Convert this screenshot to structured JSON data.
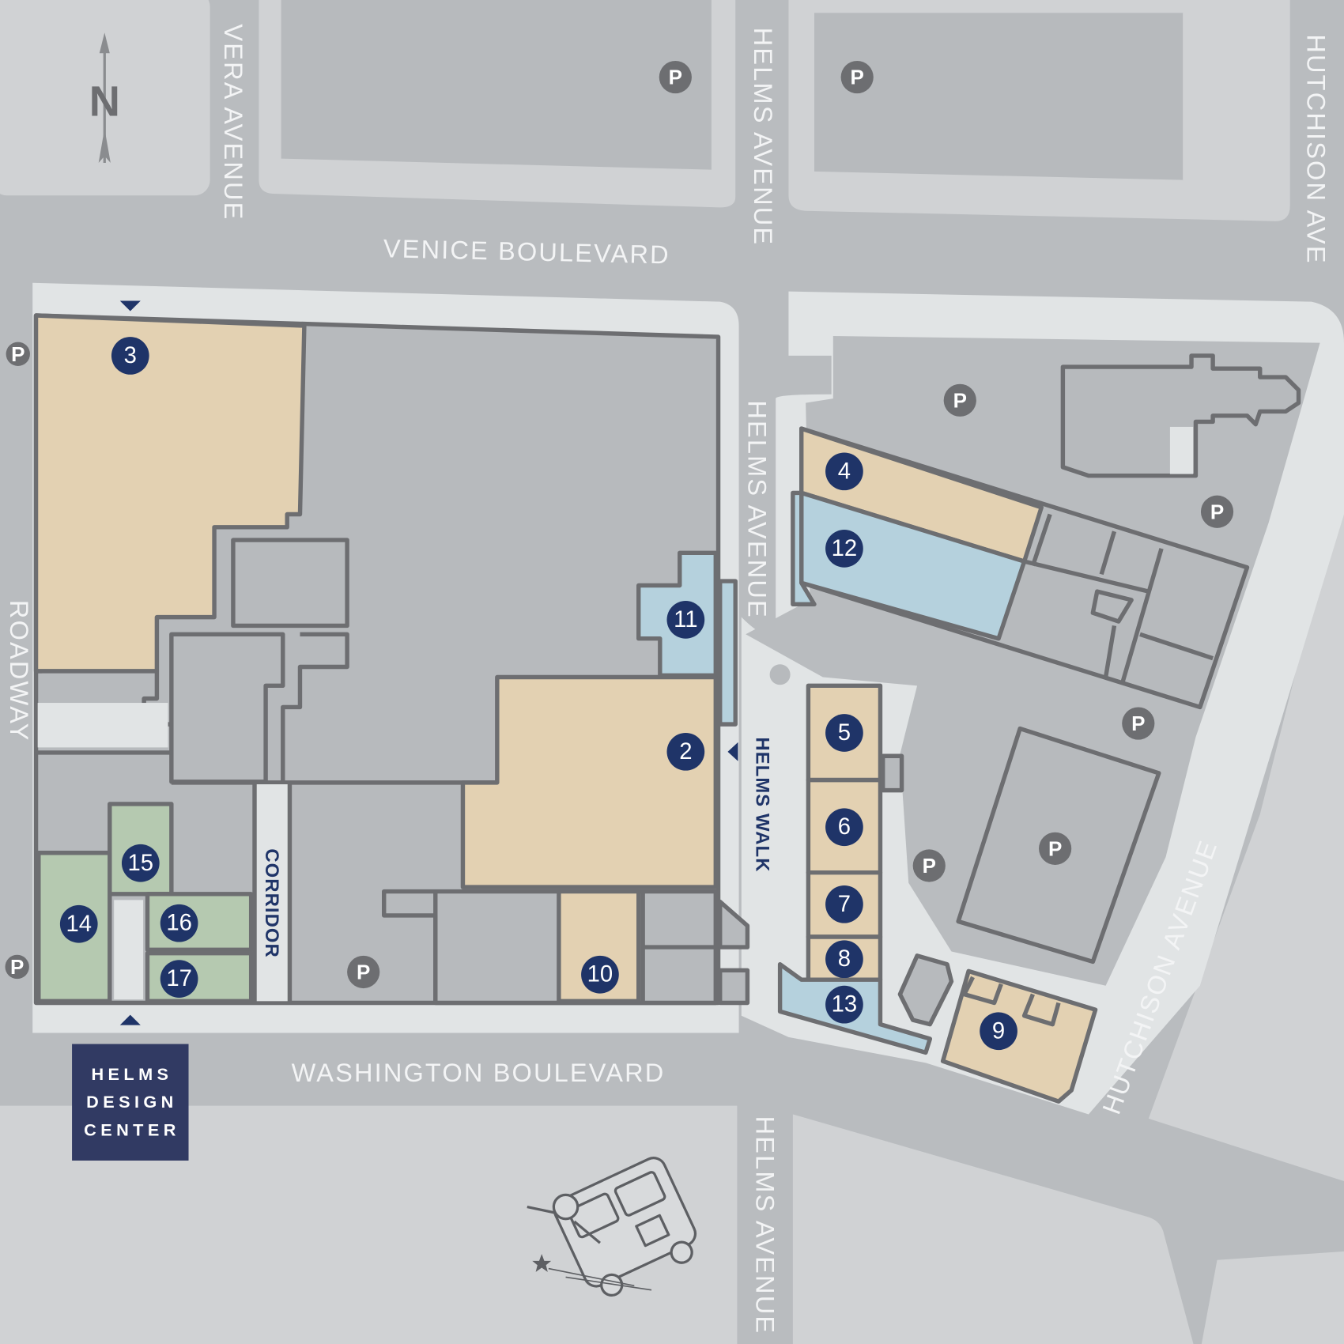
{
  "colors": {
    "road": "#b9bcbf",
    "block": "#d0d2d4",
    "sidewalk": "#e1e4e5",
    "building": "#b7babd",
    "outline": "#6d6e71",
    "tan": "#e3d1b2",
    "blue": "#b5d1dd",
    "green": "#b5c9b0",
    "navy": "#1f3468"
  },
  "north": {
    "label": "N",
    "icon": "north-arrow-icon"
  },
  "streets": {
    "vera_avenue": "VERA AVENUE",
    "helms_avenue_north": "HELMS AVENUE",
    "hutchison_ave_north": "HUTCHISON AVE",
    "venice_boulevard": "VENICE BOULEVARD",
    "helms_avenue_mid": "HELMS AVENUE",
    "roadway": "ROADWAY",
    "corridor": "CORRIDOR",
    "helms_walk": "HELMS WALK",
    "washington_boulevard": "WASHINGTON BOULEVARD",
    "helms_avenue_south": "HELMS AVENUE",
    "hutchison_avenue": "HUTCHISON AVENUE"
  },
  "units": [
    "2",
    "3",
    "4",
    "5",
    "6",
    "7",
    "8",
    "9",
    "10",
    "11",
    "12",
    "13",
    "14",
    "15",
    "16",
    "17"
  ],
  "parking_label": "P",
  "logo": {
    "line1": "HELMS",
    "line2": "DESIGN",
    "line3": "CENTER"
  }
}
